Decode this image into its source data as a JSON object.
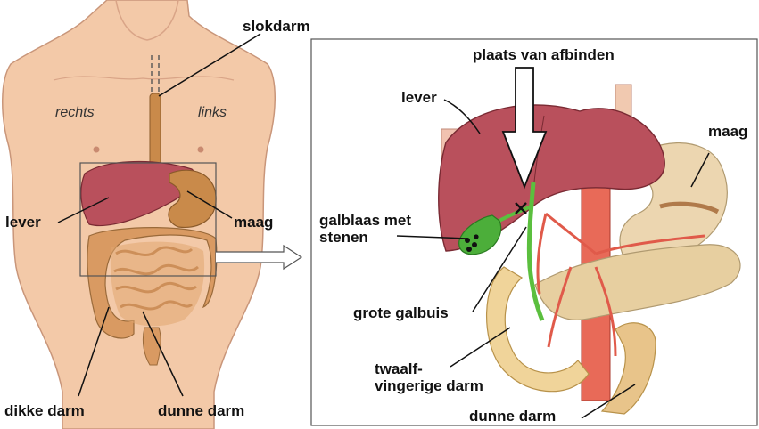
{
  "left_panel": {
    "side_labels": {
      "right_side": "rechts",
      "left_side": "links"
    },
    "labels": {
      "esophagus": "slokdarm",
      "liver": "lever",
      "stomach": "maag",
      "large_intestine": "dikke darm",
      "small_intestine": "dunne darm"
    }
  },
  "right_panel": {
    "labels": {
      "ligation_site": "plaats van afbinden",
      "liver": "lever",
      "stomach": "maag",
      "gallbladder_line1": "galblaas met",
      "gallbladder_line2": "stenen",
      "common_bile_duct": "grote galbuis",
      "duodenum_line1": "twaalf-",
      "duodenum_line2": "vingerige darm",
      "small_intestine": "dunne darm"
    }
  },
  "colors": {
    "skin": "#f3c9a8",
    "liver": "#b9505c",
    "stomach": "#c98a4a",
    "intestine": "#d99a62",
    "gallbladder": "#4cae3a",
    "pancreas": "#e7cfa0",
    "artery": "#e05a4a",
    "frame": "#555555"
  }
}
